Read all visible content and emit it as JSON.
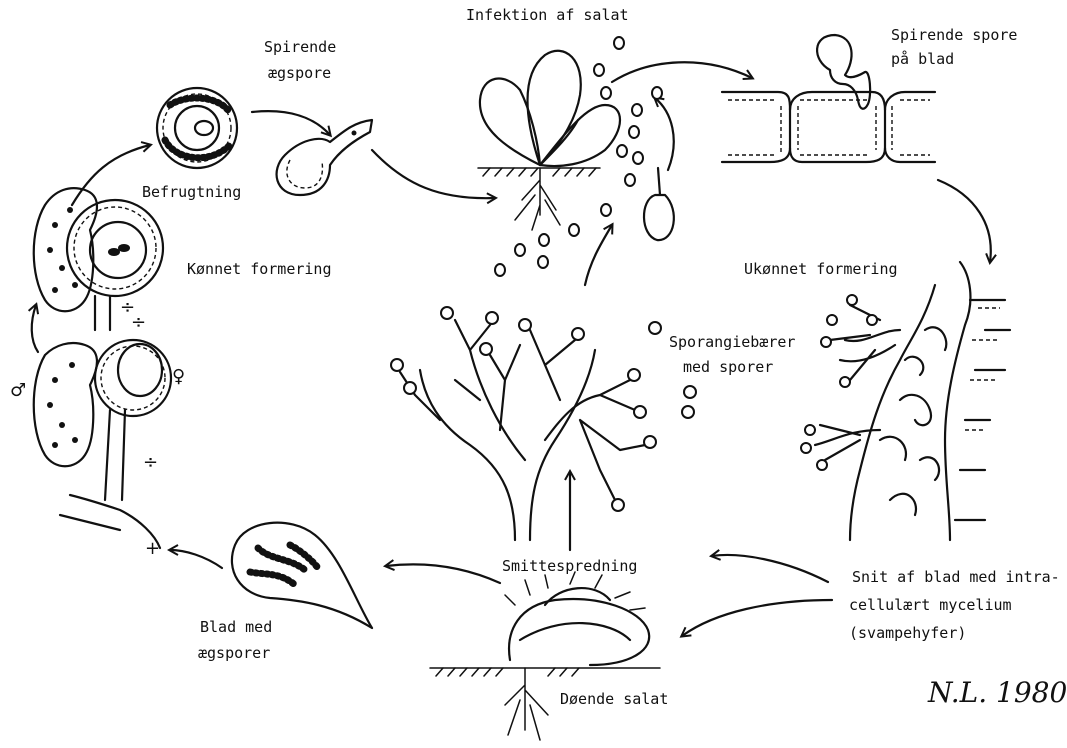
{
  "labels": {
    "infection": "Infektion af salat",
    "germinating_spore_on_leaf_1": "Spirende spore",
    "germinating_spore_on_leaf_2": "på blad",
    "germinating_oospore_1": "Spirende",
    "germinating_oospore_2": "ægspore",
    "fertilization": "Befrugtning",
    "sexual_reproduction": "Kønnet formering",
    "asexual_reproduction": "Ukønnet formering",
    "sporangiophores_1": "Sporangiebærer",
    "sporangiophores_2": "med sporer",
    "dispersal": "Smittespredning",
    "dying_lettuce": "Døende salat",
    "leaf_section_1": "Snit af blad med intra-",
    "leaf_section_2": "cellulært mycelium",
    "leaf_section_3": "(svampehyfer)",
    "leaf_with_oospores_1": "Blad med",
    "leaf_with_oospores_2": "ægsporer",
    "signature": "N.L. 1980"
  },
  "symbols": {
    "male": "♂",
    "female": "♀",
    "plus": "+",
    "minus_1": "÷",
    "minus_2": "÷",
    "minus_3": "÷"
  }
}
